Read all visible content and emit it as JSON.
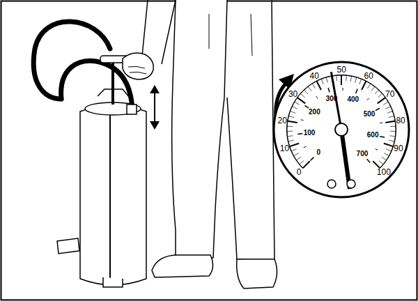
{
  "diagram": {
    "nodes": [
      {
        "text": [
          "0",
          "10",
          "20",
          "30",
          "40",
          "50",
          "60",
          "70",
          "80",
          "90",
          "100",
          "0",
          "100",
          "200",
          "300",
          "400",
          "500",
          "600",
          "700"
        ]
      }
    ]
  }
}
